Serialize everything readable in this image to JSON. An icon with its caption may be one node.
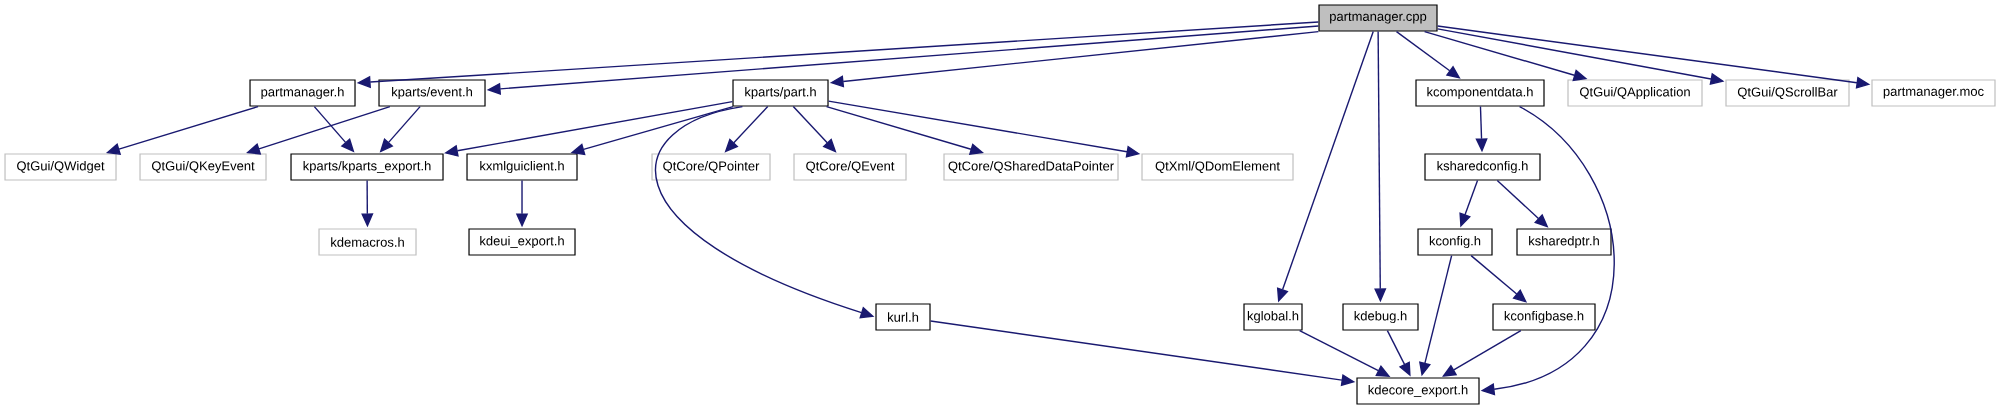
{
  "diagram": {
    "nodes": [
      {
        "text": [
          "partmanager.cpp"
        ]
      },
      {
        "text": [
          "partmanager.h"
        ]
      },
      {
        "text": [
          "kparts/event.h"
        ]
      },
      {
        "text": [
          "kparts/part.h"
        ]
      },
      {
        "text": [
          "kcomponentdata.h"
        ]
      },
      {
        "text": [
          "QtGui/QApplication"
        ]
      },
      {
        "text": [
          "QtGui/QScrollBar"
        ]
      },
      {
        "text": [
          "partmanager.moc"
        ]
      },
      {
        "text": [
          "QtGui/QWidget"
        ]
      },
      {
        "text": [
          "QtGui/QKeyEvent"
        ]
      },
      {
        "text": [
          "kparts/kparts_export.h"
        ]
      },
      {
        "text": [
          "kxmlguiclient.h"
        ]
      },
      {
        "text": [
          "QtCore/QPointer"
        ]
      },
      {
        "text": [
          "QtCore/QEvent"
        ]
      },
      {
        "text": [
          "QtCore/QSharedDataPointer"
        ]
      },
      {
        "text": [
          "QtXml/QDomElement"
        ]
      },
      {
        "text": [
          "ksharedconfig.h"
        ]
      },
      {
        "text": [
          "kdemacros.h"
        ]
      },
      {
        "text": [
          "kdeui_export.h"
        ]
      },
      {
        "text": [
          "kconfig.h"
        ]
      },
      {
        "text": [
          "ksharedptr.h"
        ]
      },
      {
        "text": [
          "kurl.h"
        ]
      },
      {
        "text": [
          "kglobal.h"
        ]
      },
      {
        "text": [
          "kdebug.h"
        ]
      },
      {
        "text": [
          "kconfigbase.h"
        ]
      },
      {
        "text": [
          "kdecore_export.h"
        ]
      }
    ],
    "edges": [
      {
        "from": 0,
        "to": 1,
        "arrow": "to"
      },
      {
        "from": 0,
        "to": 2,
        "arrow": "to"
      },
      {
        "from": 0,
        "to": 3,
        "arrow": "to"
      },
      {
        "from": 0,
        "to": 22,
        "arrow": "to"
      },
      {
        "from": 0,
        "to": 23,
        "arrow": "to"
      },
      {
        "from": 0,
        "to": 4,
        "arrow": "to"
      },
      {
        "from": 0,
        "to": 5,
        "arrow": "to"
      },
      {
        "from": 0,
        "to": 6,
        "arrow": "to"
      },
      {
        "from": 0,
        "to": 7,
        "arrow": "to"
      },
      {
        "from": 1,
        "to": 8,
        "arrow": "to"
      },
      {
        "from": 1,
        "to": 10,
        "arrow": "to"
      },
      {
        "from": 2,
        "to": 9,
        "arrow": "to"
      },
      {
        "from": 2,
        "to": 10,
        "arrow": "to"
      },
      {
        "from": 3,
        "to": 10,
        "arrow": "to"
      },
      {
        "from": 3,
        "to": 11,
        "arrow": "to"
      },
      {
        "from": 3,
        "to": 12,
        "arrow": "to"
      },
      {
        "from": 3,
        "to": 13,
        "arrow": "to"
      },
      {
        "from": 3,
        "to": 14,
        "arrow": "to"
      },
      {
        "from": 3,
        "to": 15,
        "arrow": "to"
      },
      {
        "from": 3,
        "to": 21,
        "arrow": "to"
      },
      {
        "from": 10,
        "to": 17,
        "arrow": "to"
      },
      {
        "from": 11,
        "to": 18,
        "arrow": "to"
      },
      {
        "from": 21,
        "to": 25,
        "arrow": "to"
      },
      {
        "from": 4,
        "to": 16,
        "arrow": "to"
      },
      {
        "from": 4,
        "to": 25,
        "arrow": "to"
      },
      {
        "from": 16,
        "to": 19,
        "arrow": "to"
      },
      {
        "from": 16,
        "to": 20,
        "arrow": "to"
      },
      {
        "from": 19,
        "to": 25,
        "arrow": "to"
      },
      {
        "from": 19,
        "to": 24,
        "arrow": "to"
      },
      {
        "from": 22,
        "to": 25,
        "arrow": "to"
      },
      {
        "from": 23,
        "to": 25,
        "arrow": "to"
      },
      {
        "from": 24,
        "to": 25,
        "arrow": "to"
      }
    ]
  }
}
